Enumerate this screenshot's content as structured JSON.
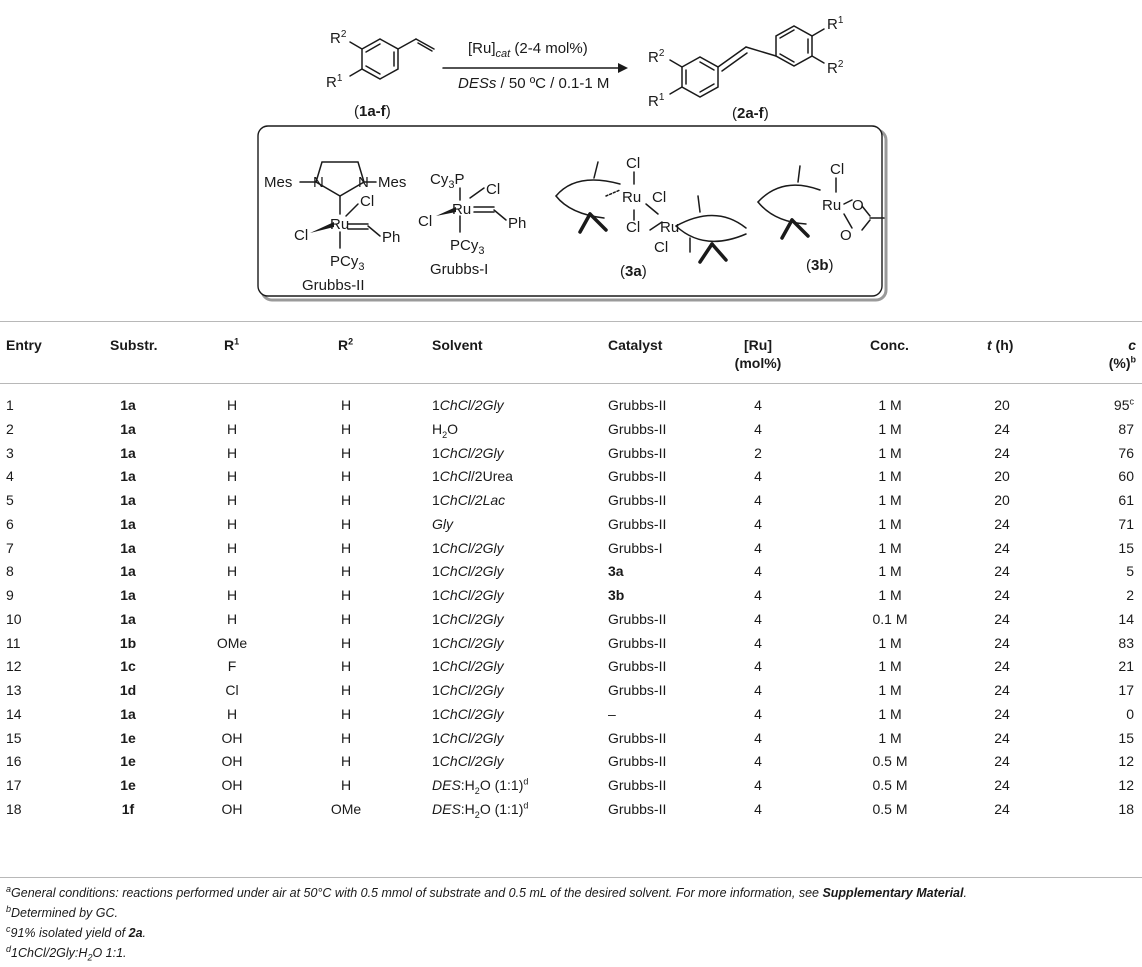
{
  "scheme": {
    "reagent_top": "[Ru]",
    "reagent_sub": "cat",
    "reagent_amount": " (2-4 mol%)",
    "conditions_italic": "DESs",
    "conditions_rest": " / 50 ºC / 0.1-1 M",
    "substrate_label_pre": "(",
    "substrate_label": "1a-f",
    "substrate_label_post": ")",
    "product_label": "2a-f",
    "r1": "R",
    "r1_sup": "1",
    "r2_sup": "2",
    "mes": "Mes",
    "n": "N",
    "ru": "Ru",
    "cl": "Cl",
    "ph": "Ph",
    "pcy": "PCy",
    "cy": "Cy",
    "p": "P",
    "three": "3",
    "o": "O",
    "grubbs2": "Grubbs-II",
    "grubbs1": "Grubbs-I",
    "cat3a": "3a",
    "cat3b": "3b"
  },
  "table": {
    "headers": {
      "entry": "Entry",
      "substr": "Substr.",
      "r1": "R",
      "r1_sup": "1",
      "r2": "R",
      "r2_sup": "2",
      "solvent": "Solvent",
      "catalyst": "Catalyst",
      "ru_line1": "[Ru]",
      "ru_line2": "(mol%)",
      "conc": "Conc.",
      "t": "t",
      "t_unit": " (h)",
      "c": "c",
      "c_line2": "(%)",
      "c_sup": "b"
    },
    "rows": [
      {
        "entry": "1",
        "substr": "1a",
        "r1": "H",
        "r2": "H",
        "solvent": "1ChCl/2Gly",
        "catalyst": "Grubbs-II",
        "ru": "4",
        "conc": "1 M",
        "t": "20",
        "c": "95",
        "c_sup": "c"
      },
      {
        "entry": "2",
        "substr": "1a",
        "r1": "H",
        "r2": "H",
        "solvent": "H2O",
        "catalyst": "Grubbs-II",
        "ru": "4",
        "conc": "1 M",
        "t": "24",
        "c": "87",
        "c_sup": ""
      },
      {
        "entry": "3",
        "substr": "1a",
        "r1": "H",
        "r2": "H",
        "solvent": "1ChCl/2Gly",
        "catalyst": "Grubbs-II",
        "ru": "2",
        "conc": "1 M",
        "t": "24",
        "c": "76",
        "c_sup": ""
      },
      {
        "entry": "4",
        "substr": "1a",
        "r1": "H",
        "r2": "H",
        "solvent": "1ChCl/2Urea",
        "catalyst": "Grubbs-II",
        "ru": "4",
        "conc": "1 M",
        "t": "20",
        "c": "60",
        "c_sup": ""
      },
      {
        "entry": "5",
        "substr": "1a",
        "r1": "H",
        "r2": "H",
        "solvent": "1ChCl/2Lac",
        "catalyst": "Grubbs-II",
        "ru": "4",
        "conc": "1 M",
        "t": "20",
        "c": "61",
        "c_sup": ""
      },
      {
        "entry": "6",
        "substr": "1a",
        "r1": "H",
        "r2": "H",
        "solvent": "Gly",
        "catalyst": "Grubbs-II",
        "ru": "4",
        "conc": "1 M",
        "t": "24",
        "c": "71",
        "c_sup": ""
      },
      {
        "entry": "7",
        "substr": "1a",
        "r1": "H",
        "r2": "H",
        "solvent": "1ChCl/2Gly",
        "catalyst": "Grubbs-I",
        "ru": "4",
        "conc": "1 M",
        "t": "24",
        "c": "15",
        "c_sup": ""
      },
      {
        "entry": "8",
        "substr": "1a",
        "r1": "H",
        "r2": "H",
        "solvent": "1ChCl/2Gly",
        "catalyst": "3a",
        "ru": "4",
        "conc": "1 M",
        "t": "24",
        "c": "5",
        "c_sup": ""
      },
      {
        "entry": "9",
        "substr": "1a",
        "r1": "H",
        "r2": "H",
        "solvent": "1ChCl/2Gly",
        "catalyst": "3b",
        "ru": "4",
        "conc": "1 M",
        "t": "24",
        "c": "2",
        "c_sup": ""
      },
      {
        "entry": "10",
        "substr": "1a",
        "r1": "H",
        "r2": "H",
        "solvent": "1ChCl/2Gly",
        "catalyst": "Grubbs-II",
        "ru": "4",
        "conc": "0.1 M",
        "t": "24",
        "c": "14",
        "c_sup": ""
      },
      {
        "entry": "11",
        "substr": "1b",
        "r1": "OMe",
        "r2": "H",
        "solvent": "1ChCl/2Gly",
        "catalyst": "Grubbs-II",
        "ru": "4",
        "conc": "1 M",
        "t": "24",
        "c": "83",
        "c_sup": ""
      },
      {
        "entry": "12",
        "substr": "1c",
        "r1": "F",
        "r2": "H",
        "solvent": "1ChCl/2Gly",
        "catalyst": "Grubbs-II",
        "ru": "4",
        "conc": "1 M",
        "t": "24",
        "c": "21",
        "c_sup": ""
      },
      {
        "entry": "13",
        "substr": "1d",
        "r1": "Cl",
        "r2": "H",
        "solvent": "1ChCl/2Gly",
        "catalyst": "Grubbs-II",
        "ru": "4",
        "conc": "1 M",
        "t": "24",
        "c": "17",
        "c_sup": ""
      },
      {
        "entry": "14",
        "substr": "1a",
        "r1": "H",
        "r2": "H",
        "solvent": "1ChCl/2Gly",
        "catalyst": "–",
        "ru": "4",
        "conc": "1 M",
        "t": "24",
        "c": "0",
        "c_sup": ""
      },
      {
        "entry": "15",
        "substr": "1e",
        "r1": "OH",
        "r2": "H",
        "solvent": "1ChCl/2Gly",
        "catalyst": "Grubbs-II",
        "ru": "4",
        "conc": "1 M",
        "t": "24",
        "c": "15",
        "c_sup": ""
      },
      {
        "entry": "16",
        "substr": "1e",
        "r1": "OH",
        "r2": "H",
        "solvent": "1ChCl/2Gly",
        "catalyst": "Grubbs-II",
        "ru": "4",
        "conc": "0.5 M",
        "t": "24",
        "c": "12",
        "c_sup": ""
      },
      {
        "entry": "17",
        "substr": "1e",
        "r1": "OH",
        "r2": "H",
        "solvent": "DES:H2O (1:1)",
        "catalyst": "Grubbs-II",
        "ru": "4",
        "conc": "0.5 M",
        "t": "24",
        "c": "12",
        "c_sup": ""
      },
      {
        "entry": "18",
        "substr": "1f",
        "r1": "OH",
        "r2": "OMe",
        "solvent": "DES:H2O (1:1)",
        "catalyst": "Grubbs-II",
        "ru": "4",
        "conc": "0.5 M",
        "t": "24",
        "c": "18",
        "c_sup": ""
      }
    ],
    "solvent_parts": {
      "1ChCl/2Gly": [
        [
          "1",
          ""
        ],
        [
          "ChCl/2Gly",
          "i"
        ]
      ],
      "1ChCl/2Urea": [
        [
          "1",
          ""
        ],
        [
          "ChCl",
          "i"
        ],
        [
          "/2Urea",
          ""
        ]
      ],
      "1ChCl/2Lac": [
        [
          "1",
          ""
        ],
        [
          "ChCl/2Lac",
          "i"
        ]
      ],
      "Gly": [
        [
          "Gly",
          "i"
        ]
      ],
      "H2O": [
        [
          "H",
          ""
        ],
        [
          "2",
          "sub"
        ],
        [
          "O",
          ""
        ]
      ],
      "DES:H2O (1:1)": [
        [
          "DES",
          "i"
        ],
        [
          ":H",
          ""
        ],
        [
          "2",
          "sub"
        ],
        [
          "O (1:1)",
          ""
        ],
        [
          "d",
          "sup"
        ]
      ]
    }
  },
  "footnotes": [
    {
      "mark": "a",
      "parts": [
        [
          "General conditions: reactions performed under air at 50°C with 0.5 mmol of substrate and 0.5 mL of the desired solvent. For more information, see ",
          ""
        ],
        [
          "Supplementary Material",
          "b"
        ],
        [
          ".",
          ""
        ]
      ]
    },
    {
      "mark": "b",
      "parts": [
        [
          "Determined by GC.",
          ""
        ]
      ]
    },
    {
      "mark": "c",
      "parts": [
        [
          "91% isolated yield of ",
          ""
        ],
        [
          "2a",
          "b"
        ],
        [
          ".",
          ""
        ]
      ]
    },
    {
      "mark": "d",
      "parts": [
        [
          "1ChCl/2Gly:H",
          ""
        ],
        [
          "2",
          "sub"
        ],
        [
          "O 1:1.",
          ""
        ]
      ]
    }
  ],
  "colors": {
    "rule": "#b8b8b8",
    "text": "#1a1a1a",
    "box_shadow": "#9a9a9a"
  }
}
